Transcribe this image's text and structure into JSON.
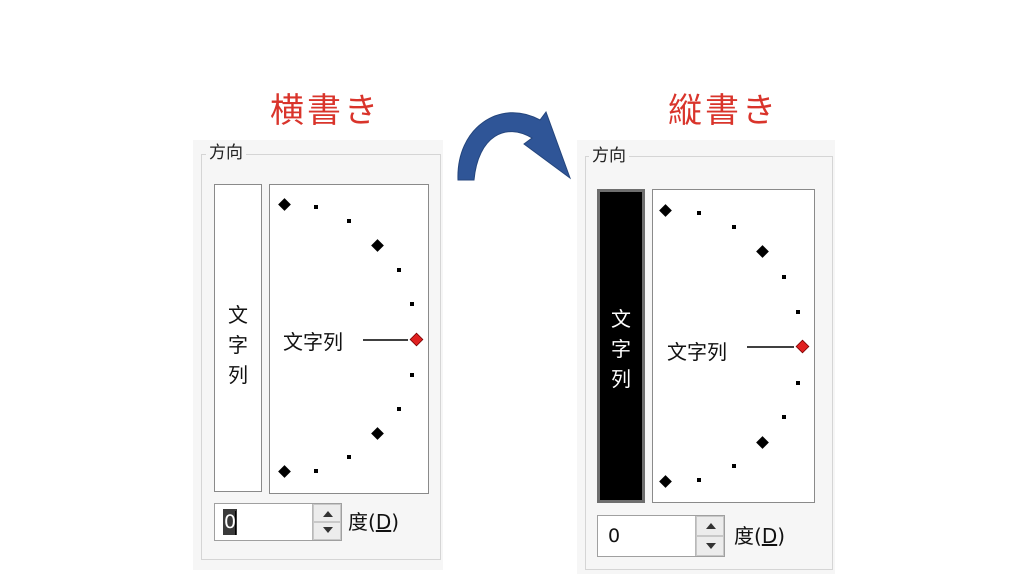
{
  "captions": {
    "left": "横書き",
    "right": "縦書き"
  },
  "left_dialog": {
    "group_title": "方向",
    "vertical_text_button": {
      "chars": [
        "文",
        "字",
        "列"
      ],
      "selected": false
    },
    "dial": {
      "label": "文字列",
      "angle_degrees": 0
    },
    "degree_spinner": {
      "value": "0"
    },
    "degree_label": {
      "prefix": "度(",
      "access_key": "D",
      "suffix": ")"
    }
  },
  "right_dialog": {
    "group_title": "方向",
    "vertical_text_button": {
      "chars": [
        "文",
        "字",
        "列"
      ],
      "selected": true
    },
    "dial": {
      "label": "文字列",
      "angle_degrees": 0
    },
    "degree_spinner": {
      "value": "0"
    },
    "degree_label": {
      "prefix": "度(",
      "access_key": "D",
      "suffix": ")"
    }
  },
  "icons": {
    "transition_arrow": "curved-arrow-icon"
  },
  "colors": {
    "caption": "#d9342b",
    "arrow": "#2f5597",
    "dial_indicator": "#e02020",
    "dial_marker": "#000000"
  }
}
